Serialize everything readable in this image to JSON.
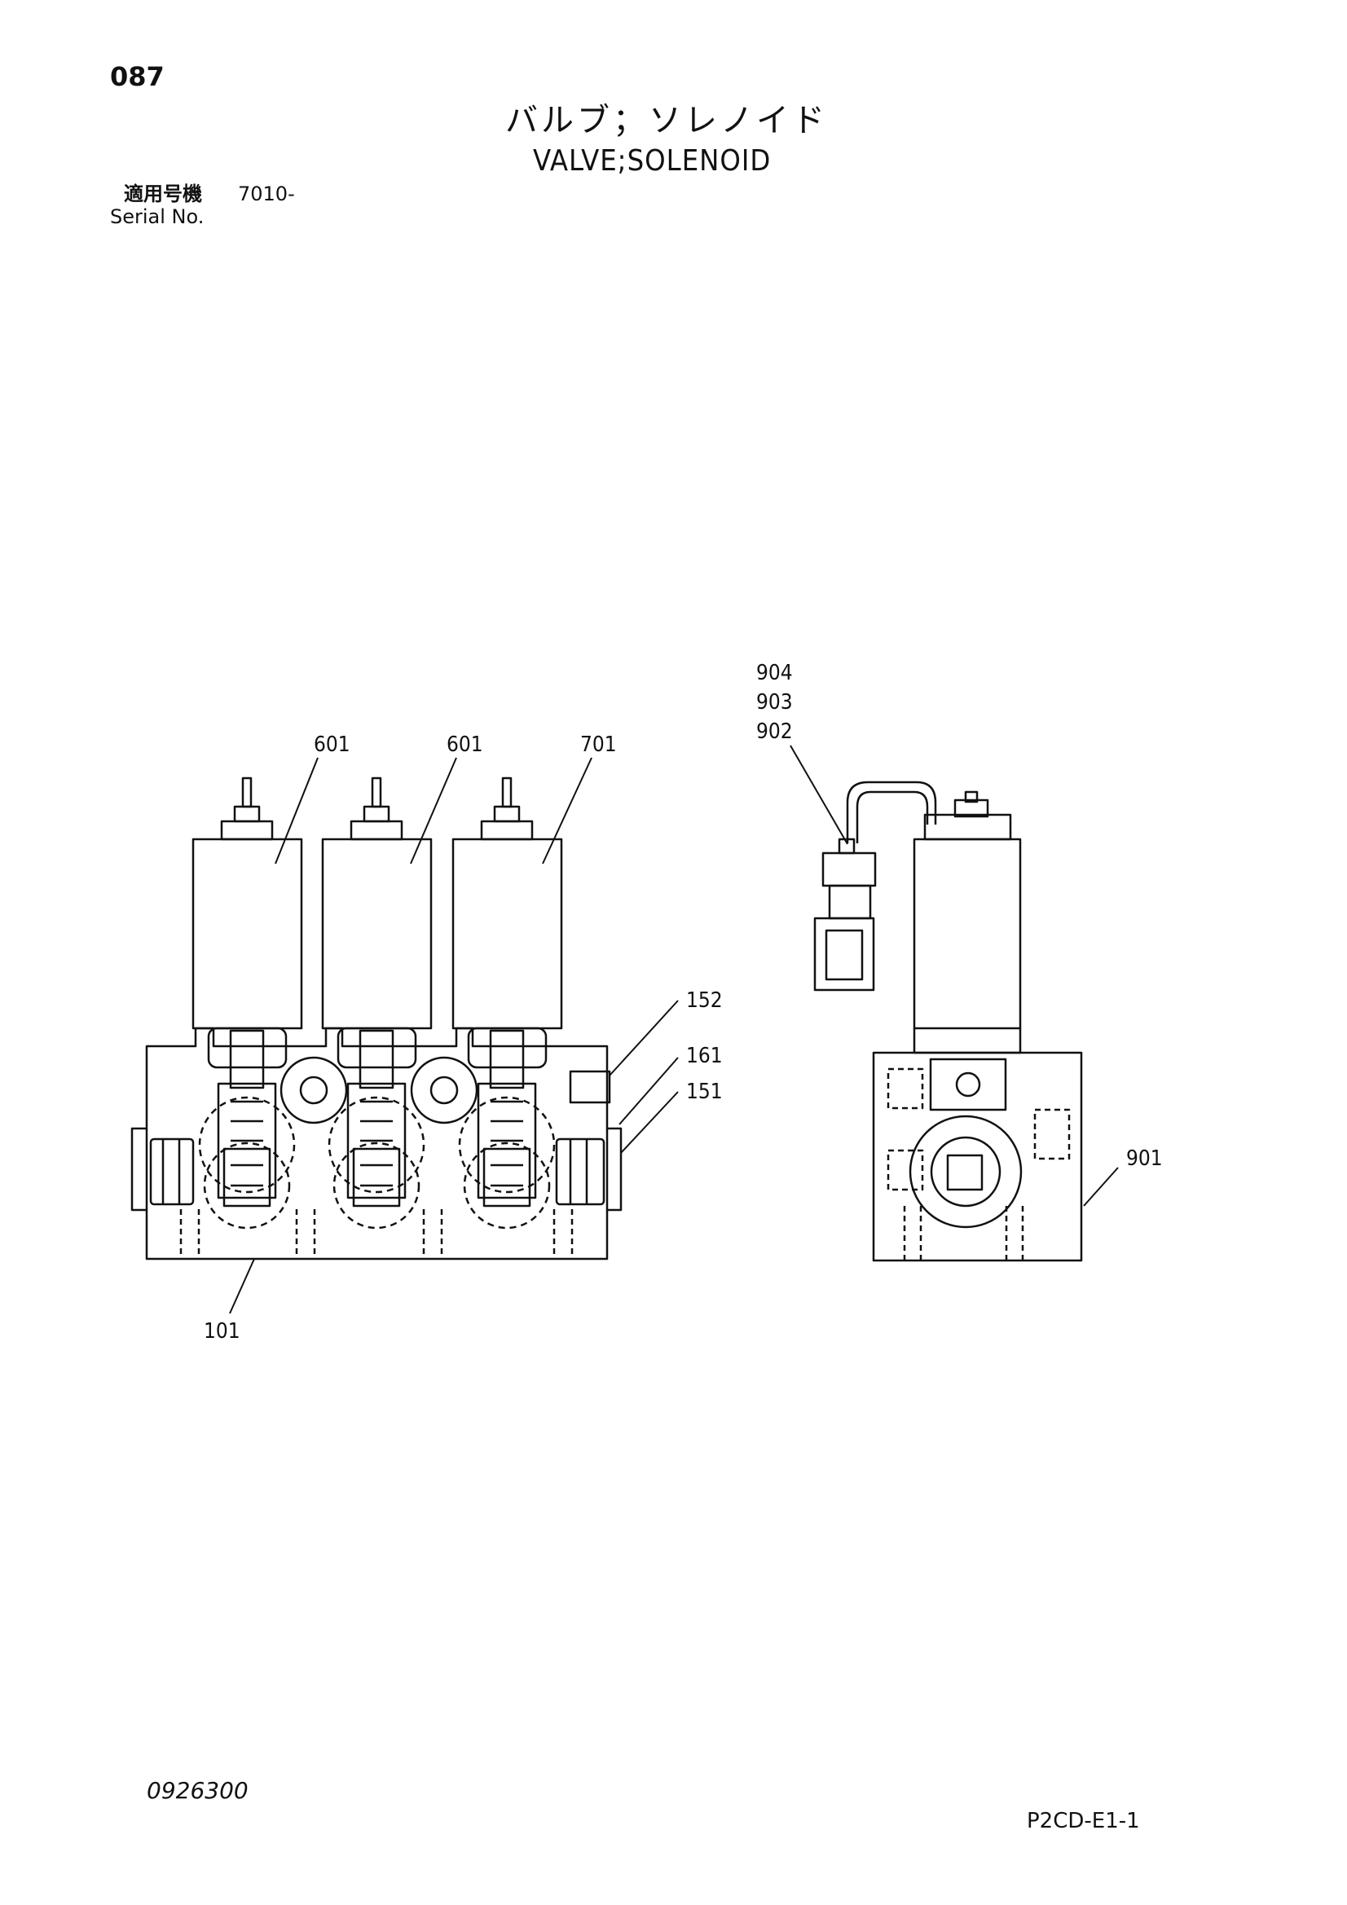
{
  "header": {
    "page_number": "087",
    "title_jp": "バルブ；ソレノイド",
    "title_en": "VALVE;SOLENOID",
    "serial_label_jp": "適用号機",
    "serial_value": "7010-",
    "serial_label_en": "Serial No."
  },
  "callouts": {
    "c601a": "601",
    "c601b": "601",
    "c701": "701",
    "c152": "152",
    "c161": "161",
    "c151": "151",
    "c101": "101",
    "c904": "904",
    "c903": "903",
    "c902": "902",
    "c901": "901"
  },
  "footer": {
    "doc_number": "0926300",
    "page_code": "P2CD-E1-1"
  }
}
